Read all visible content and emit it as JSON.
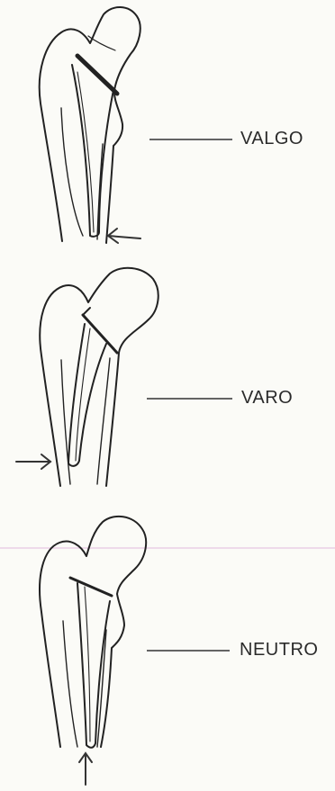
{
  "labels": {
    "valgo": "VALGO",
    "varo": "VARO",
    "neutro": "NEUTRO"
  },
  "colors": {
    "paper": "#fbfbf7",
    "ink": "#222222",
    "guide_line": "#e2b8dc"
  }
}
